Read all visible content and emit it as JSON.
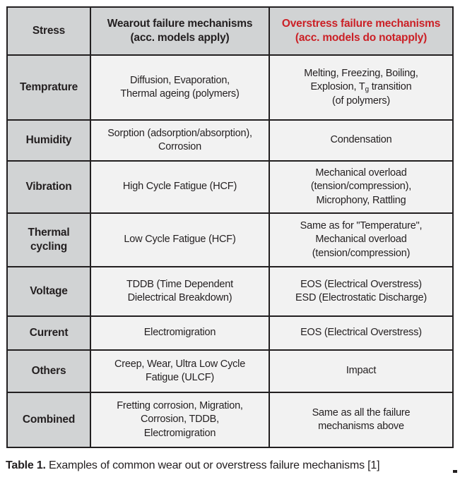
{
  "table": {
    "header": {
      "stress": "Stress",
      "wearout": "Wearout failure mechanisms\n(acc. models apply)",
      "overstress": "Overstress failure mechanisms\n(acc. models do notapply)"
    },
    "rows": [
      {
        "stress": "Temprature",
        "wearout": "Diffusion, Evaporation,\nThermal ageing (polymers)",
        "overstress_pre": "Melting, Freezing, Boiling,\nExplosion, T",
        "overstress_sub": "g",
        "overstress_post": " transition\n(of polymers)"
      },
      {
        "stress": "Humidity",
        "wearout": "Sorption (adsorption/absorption),\nCorrosion",
        "overstress": "Condensation"
      },
      {
        "stress": "Vibration",
        "wearout": "High Cycle Fatigue (HCF)",
        "overstress": "Mechanical overload\n(tension/compression),\nMicrophony, Rattling"
      },
      {
        "stress": "Thermal\ncycling",
        "wearout": "Low Cycle Fatigue (HCF)",
        "overstress": "Same as for \"Temperature\",\nMechanical overload\n(tension/compression)"
      },
      {
        "stress": "Voltage",
        "wearout": "TDDB (Time Dependent\nDielectrical Breakdown)",
        "overstress": "EOS (Electrical Overstress)\nESD (Electrostatic Discharge)"
      },
      {
        "stress": "Current",
        "wearout": "Electromigration",
        "overstress": "EOS (Electrical Overstress)"
      },
      {
        "stress": "Others",
        "wearout": "Creep, Wear, Ultra Low Cycle\nFatigue (ULCF)",
        "overstress": "Impact"
      },
      {
        "stress": "Combined",
        "wearout": "Fretting corrosion, Migration,\nCorrosion, TDDB,\nElectromigration",
        "overstress": "Same as all the failure\nmechanisms above"
      }
    ]
  },
  "caption": {
    "label": "Table 1.",
    "text": " Examples of common wear out or overstress failure mechanisms [1]"
  },
  "colors": {
    "header_red": "#cb2026",
    "label_cell_gray": "#d1d3d4",
    "body_cell_gray": "#f2f2f2",
    "border": "#221f20"
  }
}
